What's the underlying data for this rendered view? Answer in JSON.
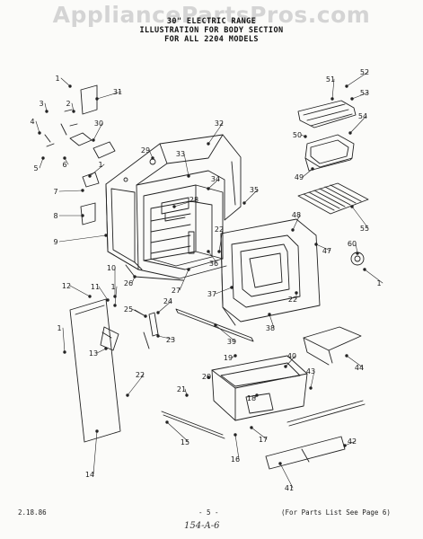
{
  "watermark": "AppliancePartsPros.com",
  "header": {
    "line1": "30\" ELECTRIC RANGE",
    "line2": "ILLUSTRATION FOR BODY SECTION",
    "line3": "FOR ALL 2204 MODELS"
  },
  "footer": {
    "date": "2.18.86",
    "page": "- 5 -",
    "note": "(For Parts List See Page 6)",
    "handwritten": "154-A-6"
  },
  "callouts": [
    "1",
    "1",
    "1",
    "1",
    "1",
    "2",
    "3",
    "4",
    "5",
    "6",
    "7",
    "8",
    "9",
    "10",
    "11",
    "12",
    "13",
    "14",
    "15",
    "16",
    "17",
    "18",
    "19",
    "20",
    "21",
    "22",
    "22",
    "22",
    "23",
    "24",
    "25",
    "26",
    "27",
    "28",
    "29",
    "30",
    "31",
    "32",
    "33",
    "34",
    "35",
    "36",
    "37",
    "38",
    "39",
    "40",
    "41",
    "42",
    "43",
    "44",
    "47",
    "48",
    "49",
    "50",
    "51",
    "52",
    "53",
    "54",
    "55",
    "60"
  ]
}
